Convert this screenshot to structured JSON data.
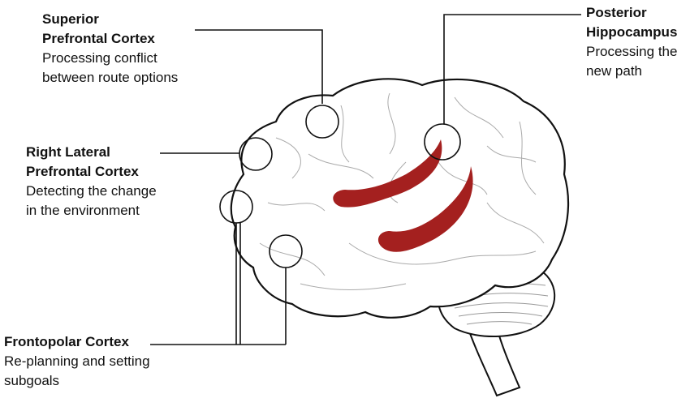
{
  "colors": {
    "hippocampus": "#a4201f",
    "outline": "#111111",
    "brain_fill": "#ffffff"
  },
  "labels": {
    "superior": {
      "title1": "Superior",
      "title2": "Prefrontal Cortex",
      "desc1": "Processing conflict",
      "desc2": "between route options"
    },
    "posterior": {
      "title1": "Posterior",
      "title2": "Hippocampus",
      "desc1": "Processing the",
      "desc2": "new path"
    },
    "right_lateral": {
      "title1": "Right Lateral",
      "title2": "Prefrontal Cortex",
      "desc1": "Detecting the change",
      "desc2": "in the environment"
    },
    "frontopolar": {
      "title1": "Frontopolar Cortex",
      "desc1": "Re-planning and setting",
      "desc2": "subgoals"
    }
  }
}
